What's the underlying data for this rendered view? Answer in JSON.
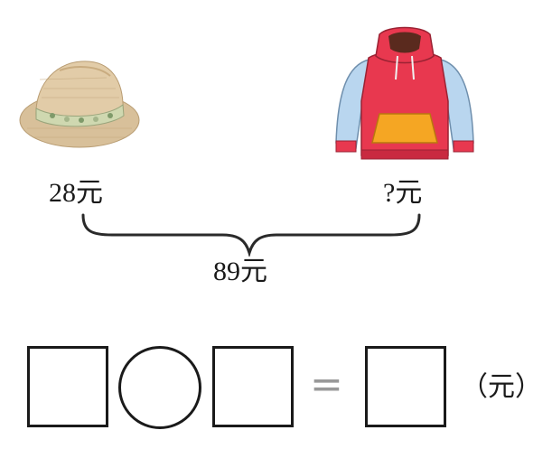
{
  "items": {
    "hat": {
      "price_label": "28元"
    },
    "hoodie": {
      "price_label": "?元"
    }
  },
  "total_label": "89元",
  "equation": {
    "equals_sign": "=",
    "unit_label": "（元）"
  },
  "colors": {
    "hoodie_body": "#e8384f",
    "hoodie_sleeves": "#b9d6ef",
    "hoodie_pocket": "#f5a623",
    "hat_straw": "#d8c09a",
    "hat_band": "#cfd8b0",
    "ink": "#1a1a1a",
    "equals": "#999999"
  }
}
